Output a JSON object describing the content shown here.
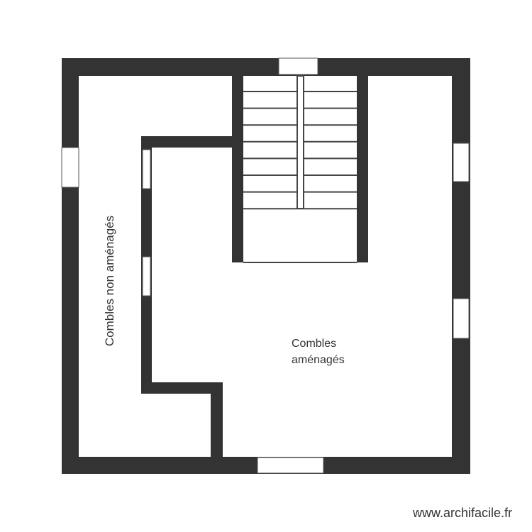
{
  "rooms": {
    "unfinished_attic": "Combles non aménagés",
    "finished_attic_line1": "Combles",
    "finished_attic_line2": "aménagés"
  },
  "watermark": "www.archifacile.fr",
  "colors": {
    "wall": "#333333",
    "background": "#ffffff"
  }
}
